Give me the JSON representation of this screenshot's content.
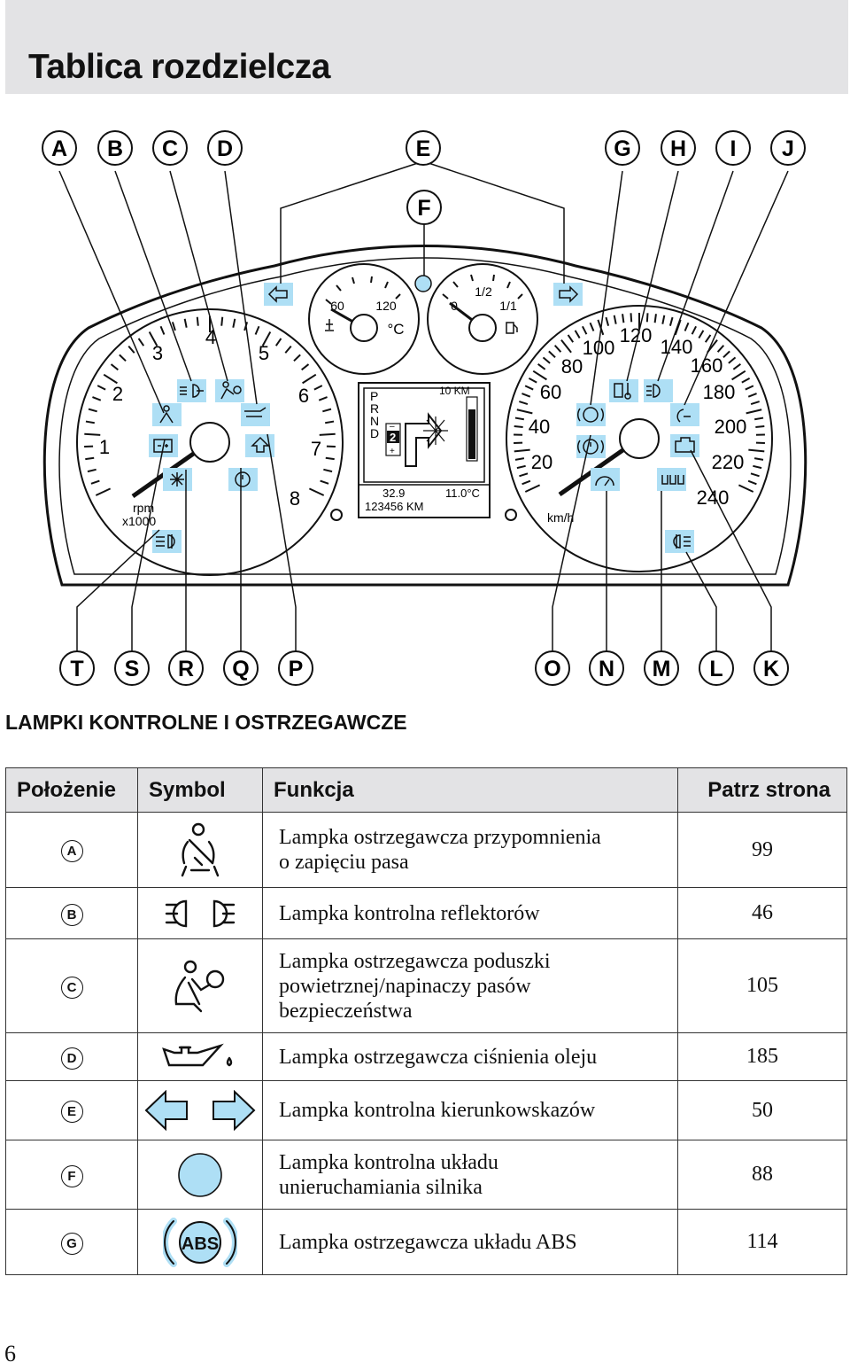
{
  "title": "Tablica rozdzielcza",
  "diagram": {
    "top_labels": [
      "A",
      "B",
      "C",
      "D",
      "E",
      "F",
      "G",
      "H",
      "I",
      "J"
    ],
    "bottom_labels": [
      "T",
      "S",
      "R",
      "Q",
      "P",
      "O",
      "N",
      "M",
      "L",
      "K"
    ],
    "tacho": {
      "numbers": [
        "1",
        "2",
        "3",
        "4",
        "5",
        "6",
        "7",
        "8"
      ],
      "unit1": "rpm",
      "unit2": "x1000"
    },
    "speedo": {
      "numbers": [
        "20",
        "40",
        "60",
        "80",
        "100",
        "120",
        "140",
        "160",
        "180",
        "200",
        "220",
        "240"
      ],
      "unit": "km/h"
    },
    "temp_gauge": {
      "low": "60",
      "high": "120",
      "unit": "°C"
    },
    "fuel_gauge": {
      "empty": "0",
      "half": "1/2",
      "full": "1/1"
    },
    "display": {
      "gears": [
        "P",
        "R",
        "N",
        "D"
      ],
      "gear_minus": "–",
      "gear_num": "2",
      "gear_plus": "+",
      "range": "10 KM",
      "trip": "32.9",
      "odometer": "123456 KM",
      "temp": "11.0°C"
    }
  },
  "section_title": "LAMPKI KONTROLNE I OSTRZEGAWCZE",
  "table": {
    "headers": {
      "position": "Położenie",
      "symbol": "Symbol",
      "function": "Funkcja",
      "page": "Patrz strona"
    },
    "rows": [
      {
        "pos": "A",
        "icon": "seatbelt-icon",
        "line1": "Lampka ostrzegawcza przypomnienia",
        "line2": "o zapięciu pasa",
        "line3": "",
        "page": "99"
      },
      {
        "pos": "B",
        "icon": "headlamp-icon",
        "line1": "Lampka kontrolna reflektorów",
        "line2": "",
        "line3": "",
        "page": "46"
      },
      {
        "pos": "C",
        "icon": "airbag-icon",
        "line1": "Lampka ostrzegawcza poduszki",
        "line2": "powietrznej/napinaczy pasów",
        "line3": "bezpieczeństwa",
        "page": "105"
      },
      {
        "pos": "D",
        "icon": "oil-pressure-icon",
        "line1": "Lampka ostrzegawcza ciśnienia oleju",
        "line2": "",
        "line3": "",
        "page": "185"
      },
      {
        "pos": "E",
        "icon": "turn-signal-icon",
        "line1": "Lampka kontrolna kierunkowskazów",
        "line2": "",
        "line3": "",
        "page": "50"
      },
      {
        "pos": "F",
        "icon": "immobilizer-icon",
        "line1": "Lampka kontrolna układu",
        "line2": "unieruchamiania silnika",
        "line3": "",
        "page": "88"
      },
      {
        "pos": "G",
        "icon": "abs-icon",
        "line1": "Lampka ostrzegawcza układu ABS",
        "line2": "",
        "line3": "",
        "page": "114"
      }
    ]
  },
  "page_number": "6",
  "colors": {
    "lamp_blue": "#aedff5",
    "header_gray": "#e3e3e5"
  }
}
